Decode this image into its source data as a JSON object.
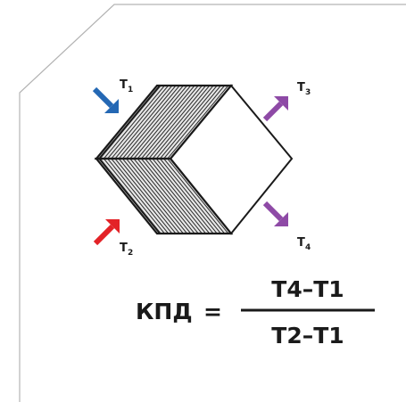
{
  "labels": {
    "t1": {
      "main": "T",
      "sub": "1"
    },
    "t2": {
      "main": "T",
      "sub": "2"
    },
    "t3": {
      "main": "T",
      "sub": "3"
    },
    "t4": {
      "main": "T",
      "sub": "4"
    }
  },
  "formula": {
    "lhs": "КПД",
    "equals": "=",
    "numerator": "T4–T1",
    "denominator": "T2–T1"
  },
  "colors": {
    "frame": "#b3b3b3",
    "outline": "#1a1a1a",
    "arrow_cold_in": "#2468b4",
    "arrow_hot_in": "#e32227",
    "arrow_out": "#8e4aa6"
  }
}
